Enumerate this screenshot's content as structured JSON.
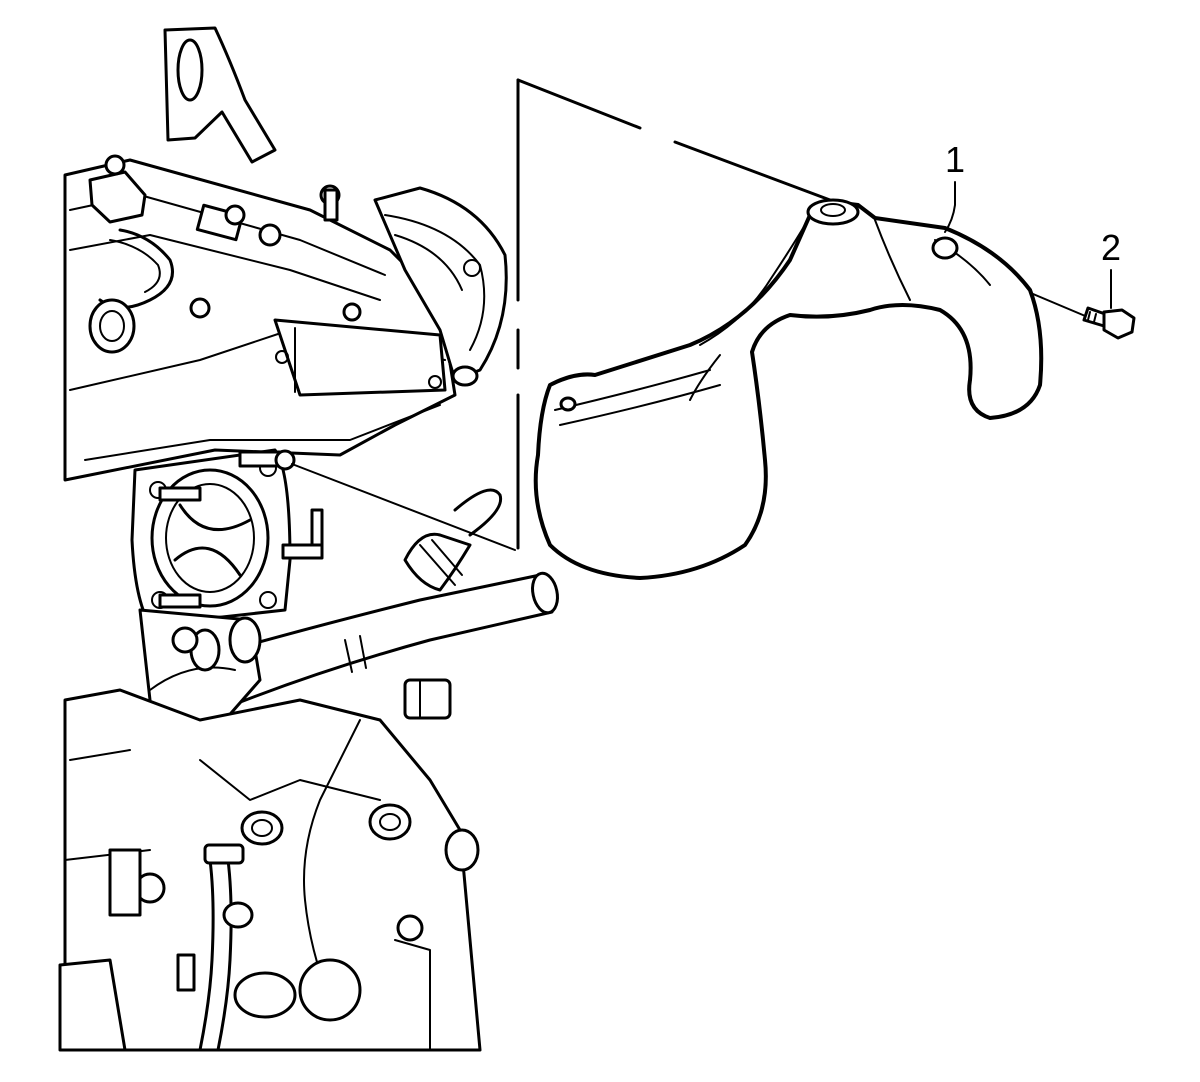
{
  "callouts": [
    {
      "label": "1",
      "part": "heat-shield"
    },
    {
      "label": "2",
      "part": "bolt"
    }
  ]
}
